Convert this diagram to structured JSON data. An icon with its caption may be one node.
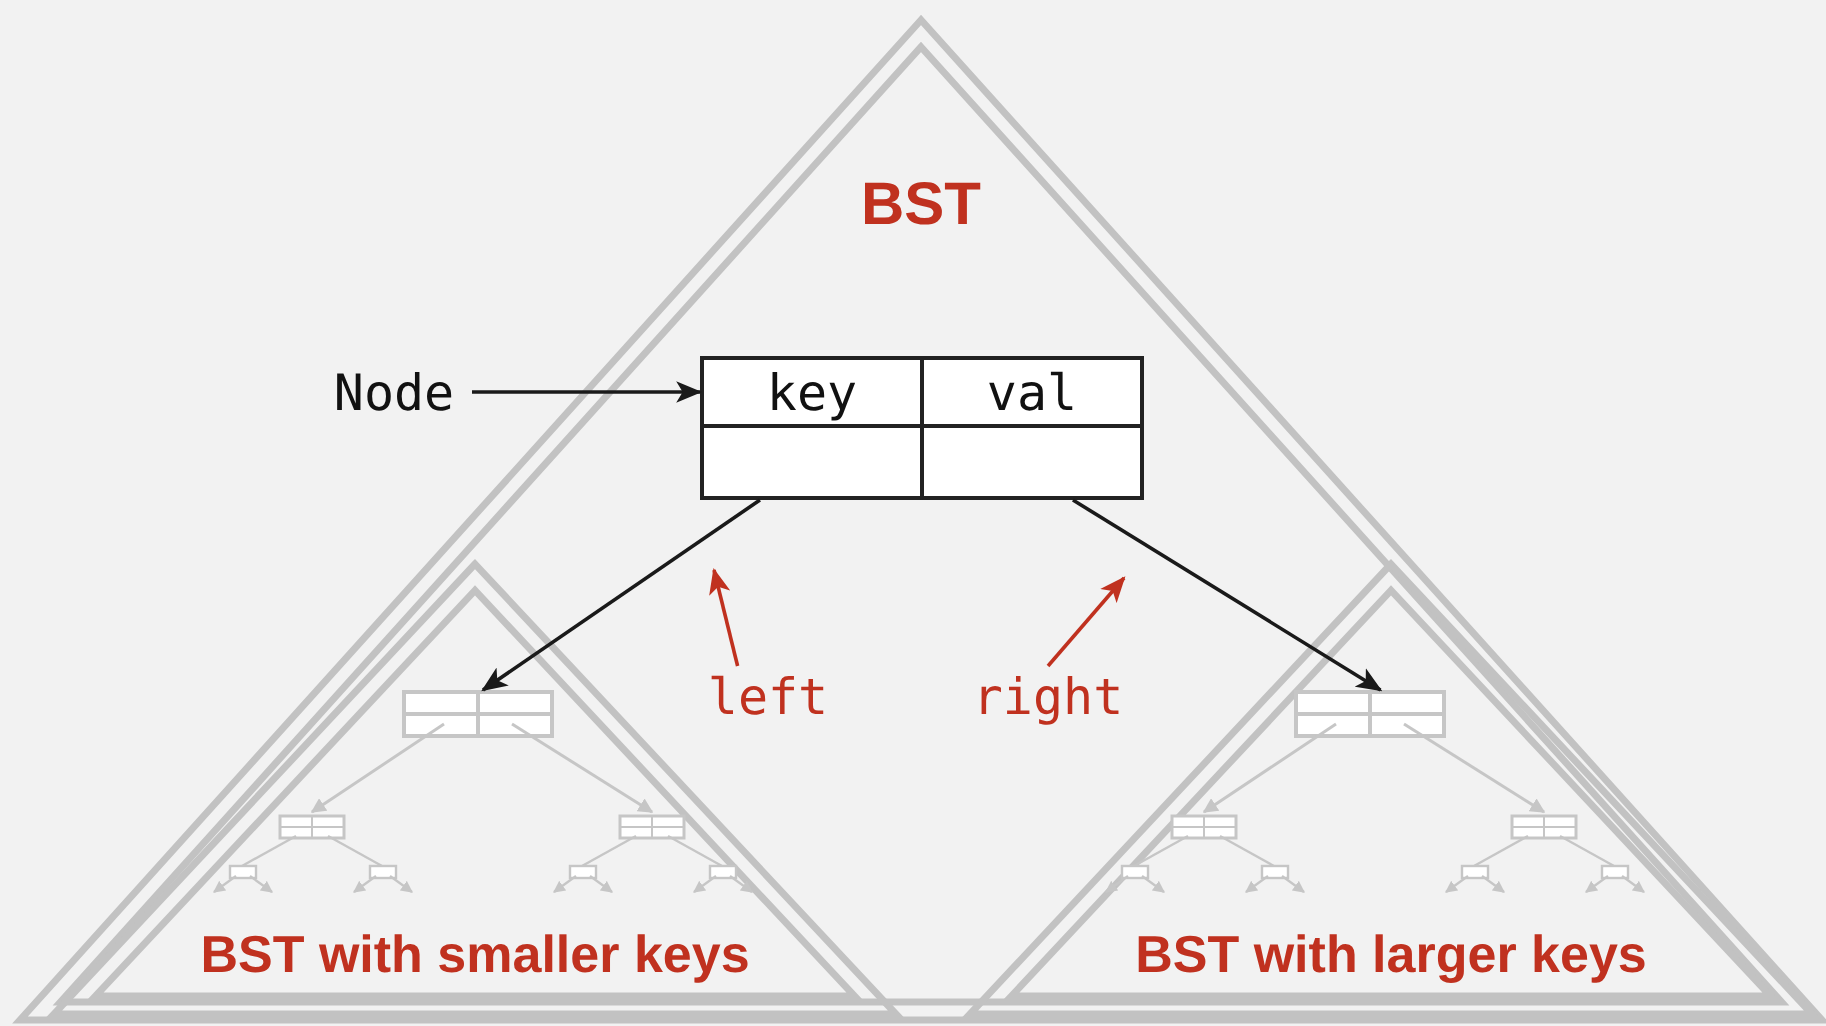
{
  "diagram": {
    "nodes": [
      {
        "text": [
          "BST"
        ]
      },
      {
        "text": [
          "Node"
        ]
      },
      {
        "text": [
          "key",
          "val"
        ],
        "in": 0
      },
      {
        "text": [
          "left"
        ],
        "in": 0
      },
      {
        "text": [
          "right"
        ],
        "in": 0
      },
      {
        "text": [
          "BST with smaller keys"
        ],
        "in": 0
      },
      {
        "text": [],
        "shape": "picture",
        "in": 5
      },
      {
        "text": [
          "BST with larger keys"
        ],
        "in": 0
      },
      {
        "text": [],
        "shape": "picture",
        "in": 7
      }
    ],
    "edges": [
      {
        "from": 1,
        "to": 2,
        "arrow": "to"
      },
      {
        "from": 2,
        "to": 6,
        "arrow": "to"
      },
      {
        "from": 2,
        "to": 8,
        "arrow": "to"
      },
      {
        "from": 3,
        "to": null,
        "arrow": "to",
        "color": "#c0311f"
      },
      {
        "from": 4,
        "to": null,
        "arrow": "to",
        "color": "#c0311f"
      }
    ]
  }
}
